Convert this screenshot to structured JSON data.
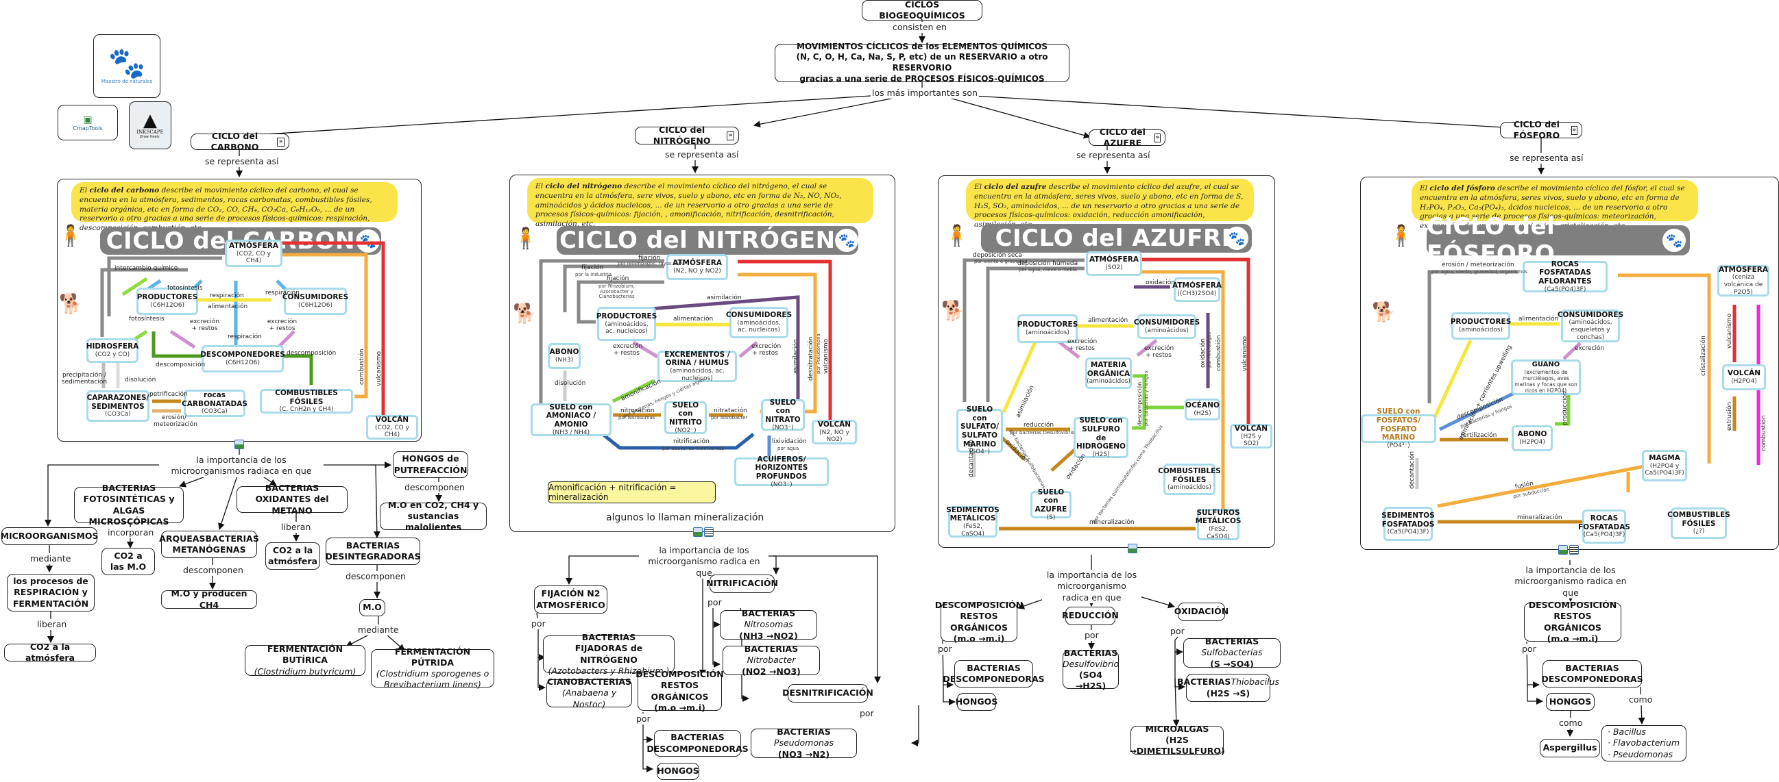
{
  "root": {
    "title": "CICLOS BIOGEOQUÍMICOS",
    "link1": "consisten en",
    "definition_lines": [
      "MOVIMIENTOS CÍCLICOS de los ELEMENTOS QUÍMICOS",
      "(N, C, O, H, Ca, Na, S, P, etc) de un RESERVARIO a otro RESERVORIO",
      "gracias a una serie de PROCESOS FÍSICOS-QUÍMICOS"
    ],
    "link2": "los más importantes son"
  },
  "logos": {
    "maestro": "Maestro de naturales",
    "cmaptools": "CmapTools",
    "inkscape": "INKSCAPE",
    "inkscape_tag": "Draw freely."
  },
  "expand_glyph": "»",
  "se_representa": "se representa así",
  "carbono": {
    "title": "CICLO del CARBONO",
    "bubble": {
      "lead": "El ",
      "bold": "ciclo del carbono",
      "rest": " describe el movimiento cíclico del carbono, el cual se encuentra en la atmósfera, sedimentos, rocas carbonatas, combustibles fósiles, materia orgánica, etc en forma de CO₂, CO, CH₄, CO₃Ca, C₆H₁₂O₆, ... de un reservorio a otro gracias a una serie de procesos físicos-químicos: respiración, descomposición, combustión, etc."
    },
    "banner": "CICLO del CARBONO",
    "boxes": [
      {
        "name": "ATMÓSFERA",
        "formula": "(CO2, CO y CH4)"
      },
      {
        "name": "PRODUCTORES",
        "formula": "(C6H12O6)"
      },
      {
        "name": "CONSUMIDORES",
        "formula": "(C6H12O6)"
      },
      {
        "name": "HIDROSFERA",
        "formula": "(CO2 y CO)"
      },
      {
        "name": "DESCOMPONEDORES",
        "formula": "(C6H12O6)"
      },
      {
        "name": "CAPARAZONES/ SEDIMENTOS",
        "formula": "(CO3Ca)"
      },
      {
        "name": "rocas CARBONATADAS",
        "formula": "(CO3Ca)"
      },
      {
        "name": "COMBUSTIBLES FÓSILES",
        "formula": "(C, CnH2n y CH4)"
      },
      {
        "name": "VOLCÁN",
        "formula": "(CO2, CO y CH4)"
      }
    ],
    "arrows": [
      "intercambio químico",
      "fotosíntesis",
      "respiración",
      "respiración",
      "alimentación",
      "fotosíntesis",
      "excreción + restos",
      "respiración",
      "excreción + restos",
      "descomposición",
      "descomposición",
      "precipitación / sedimentación",
      "disolución",
      "petrificación",
      "erosión/ meteorización",
      "combustión",
      "vulcanismo"
    ],
    "micro": {
      "link": "la importancia de los microorganismos radiaca en que",
      "nodes": {
        "microorganismos": "MICROORGANISMOS",
        "procesos": "los procesos de RESPIRACIÓN y FERMENTACIÓN",
        "co2_atm": "CO2 a la atmósfera",
        "fotosinteticas": "BACTERIAS FOTOSINTÉTICAS y ALGAS MICROSCÓPICAS",
        "co2_mo": "CO2 a las M.O",
        "arqueas": "ARQUEASBACTERIAS METANÓGENAS",
        "mo_ch4": "M.O y producen CH4",
        "oxidantes": "BACTERIAS OXIDANTES del METANO",
        "co2_atm2": "CO2 a la atmósfera",
        "hongos": "HONGOS de PUTREFACCIÓN",
        "mo_co2": "M.O en CO2, CH4 y sustancias malolientes",
        "desintegradoras": "BACTERIAS DESINTEGRADORAS",
        "mo": "M.O",
        "butirica": "FERMENTACIÓN BUTÍRICA",
        "butirica_sp": "(Clostridium butyricum)",
        "putrida": "FERMENTACIÓN PÚTRIDA",
        "putrida_sp": "(Clostridium sporogenes o Brevibacterium linens)"
      },
      "links": {
        "mediante": "mediante",
        "liberan": "liberan",
        "incorporan": "incorporan",
        "descomponen": "descomponen",
        "liberan2": "liberan",
        "descomponen2": "descomponen",
        "descomponen3": "descomponen",
        "mediante2": "mediante"
      }
    }
  },
  "nitrogeno": {
    "title": "CICLO del NITRÓGENO",
    "bubble": {
      "lead": "El ",
      "bold": "ciclo del nitrógeno",
      "rest": " describe el movimiento cíclico del nitrógeno, el cual se encuentra en la atmósfera, sere vivos, suelo y abono, etc en forma de N₂, NO, NO₂, aminoácidos y ácidos nucleicos, ... de un reservorio a otro gracias a una serie de procesos físicos-químicos: fijación, , amonificación, nitrificación, desnitrificación, asimilación, etc."
    },
    "banner": "CICLO del NITRÓGENO",
    "boxes": [
      {
        "name": "ATMÓSFERA",
        "formula": "(N2, NO y NO2)"
      },
      {
        "name": "PRODUCTORES",
        "formula": "(aminoácidos, ac. nucleicos)"
      },
      {
        "name": "CONSUMIDORES",
        "formula": "(aminoácidos, ac. nucleicos)"
      },
      {
        "name": "ABONO",
        "formula": "(NH3)"
      },
      {
        "name": "EXCREMENTOS / ORINA / HUMUS",
        "formula": "(aminoácidos, ac. nucleicos)"
      },
      {
        "name": "SUELO con AMONIACO / AMONIO",
        "formula": "(NH3 / NH4)"
      },
      {
        "name": "SUELO con NITRITO",
        "formula": "(NO2⁻)"
      },
      {
        "name": "SUELO con NITRATO",
        "formula": "(NO3⁻)"
      },
      {
        "name": "VOLCÁN",
        "formula": "(N2, NO y NO2)"
      },
      {
        "name": "ACUÍFEROS/ HORIZONTES PROFUNDOS",
        "formula": "(NO3⁻)"
      }
    ],
    "arrows": [
      "fijación",
      "por relámpagos, rayos UVA",
      "fijación",
      "por la industria",
      "fijación",
      "por Rhizobium, Azotobacter y Cianobacterias",
      "asimilación",
      "alimentación",
      "excreción + restos",
      "excreción + restos",
      "disolución",
      "amonificación",
      "por bacterias, hongos y ciertas algas",
      "nitrosación",
      "por Nitrosomas",
      "nitratación",
      "por Nitrobacter",
      "nitrificación",
      "por bacterias nitrificantes",
      "lixividación",
      "por agua",
      "asimilación",
      "desnitratación",
      "por Pseudomona",
      "vulcanismo"
    ],
    "note": "Amonificación + nitrificación = mineralización",
    "hand": "algunos lo llaman mineralización",
    "micro": {
      "link": "la importancia de los microorganismo radica en que",
      "nodes": {
        "fijacion": "FIJACIÓN N2 ATMOSFÉRICO",
        "fijadoras": "BACTERIAS FIJADORAS de NITRÓGENO",
        "fijadoras_sp": "(Azotobacters y Rhizobium )",
        "ciano": "CIANOBACTERIAS",
        "ciano_sp": "(Anabaena y Nostoc)",
        "descomp": "DESCOMPOSICIÓN RESTOS ORGÁNICOS",
        "descomp_eq": "(m.o →m.i)",
        "bact_desc": "BACTERIAS DESCOMPONEDORAS",
        "hongos": "HONGOS",
        "nitrificacion": "NITRIFICACIÓN",
        "nitrosomas": "BACTERIAS",
        "nitrosomas_sp": "Nitrosomas",
        "nitrosomas_eq": "(NH3 →NO2)",
        "nitrobacter": "BACTERIAS",
        "nitrobacter_sp": "Nitrobacter",
        "nitrobacter_eq": "(NO2 →NO3)",
        "desnitrificacion": "DESNITRIFICACIÓN",
        "pseudomonas": "BACTERIAS",
        "pseudomonas_sp": "Pseudomonas",
        "pseudomonas_eq": "(NO3 →N2)"
      },
      "links": {
        "por": "por"
      }
    }
  },
  "azufre": {
    "title": "CICLO del AZUFRE",
    "bubble": {
      "lead": "El ",
      "bold": "ciclo del azufre",
      "rest": " describe el movimiento cíclico del azufre, el cual se encuentra en la atmósfera, seres vivos, suelo y abono, etc en forma de S, H₂S, SO₂, aminoácidos, ... de un reservorio a otro gracias a una serie de procesos físicos-químicos: oxidación, reducción amonificación, asimilación, etc."
    },
    "banner": "CICLO del AZUFRE",
    "boxes": [
      {
        "name": "ATMÓSFERA",
        "formula": "(SO2)"
      },
      {
        "name": "ATMÓSFERA",
        "formula": "((CH3)2SO4)"
      },
      {
        "name": "PRODUCTORES",
        "formula": "(aminoácidos)"
      },
      {
        "name": "CONSUMIDORES",
        "formula": "(aminoácidos)"
      },
      {
        "name": "MATERIA ORGÁNICA",
        "formula": "(aminoácidos)"
      },
      {
        "name": "OCÉANO",
        "formula": "(H2S)"
      },
      {
        "name": "SUELO con SULFATO/ SULFATO MARINO",
        "formula": "(SO4⁻)"
      },
      {
        "name": "SUELO con SULFURO de HIDRÓGENO",
        "formula": "(H2S)"
      },
      {
        "name": "VOLCÁN",
        "formula": "(H2S y SO2)"
      },
      {
        "name": "COMBUSTIBLES FÓSILES",
        "formula": "(aminoácidos)"
      },
      {
        "name": "SUELO con AZUFRE",
        "formula": "(S)"
      },
      {
        "name": "SEDIMENTOS METÁLICOS",
        "formula": "(FeS2, CaSO4)"
      },
      {
        "name": "SULFUROS METÁLICOS",
        "formula": "(FeS2, CaSO4)"
      }
    ],
    "arrows": [
      "deposición seca",
      "por viento o gravedad",
      "deposición húmeda",
      "por agua, nieve o niebla",
      "oxidación",
      "alimentación",
      "excreción + restos",
      "excreción + restos",
      "asimilación",
      "descomposición",
      "por bacterias y hongos",
      "oxidación",
      "por microalgas",
      "combustión",
      "vulcanismo",
      "reducción",
      "por bacterias Desulfovibrio",
      "oxidación",
      "por bacterias Sulfobacterias",
      "oxidación",
      "por bacterias quimioautótrofas como Thiobacillus",
      "decantación",
      "mineralización"
    ],
    "micro": {
      "link": "la importancia de los microorganismo radica en que",
      "nodes": {
        "descomp": "DESCOMPOSICIÓN RESTOS ORGÁNICOS",
        "descomp_eq": "(m.o →m.i)",
        "bact_desc": "BACTERIAS DESCOMPONEDORAS",
        "hongos": "HONGOS",
        "reduccion": "REDUCCIÓN",
        "desulfo": "BACTERIAS",
        "desulfo_sp": "Desulfovibrio",
        "desulfo_eq": "(SO4 →H2S)",
        "oxidacion": "OXIDACIÓN",
        "sulfo": "BACTERIAS",
        "sulfo_sp": "Sulfobacterias",
        "sulfo_eq": "(S →SO4)",
        "thio": "BACTERIAS",
        "thio_sp": "Thiobacilus",
        "thio_eq": "(H2S →S)",
        "microalgas": "MICROALGAS",
        "microalgas_eq": "(H2S →DIMETILSULFURO)"
      },
      "links": {
        "por": "por"
      }
    }
  },
  "fosforo": {
    "title": "CICLO del FÓSFORO",
    "bubble": {
      "lead": "El ",
      "bold": "ciclo del fósforo",
      "rest": " describe el movimiento cíclico del fósfor, el cual se encuentra en la atmósfera, seres vivos, suelo y abono, etc en forma de H₂PO₄, P₂O₅, Ca₅(PO₄)₃, ácidos nucleicos, ... de un reservorio a otro gracias a una serie de procesos físicos-químicos: meteorización, excrección, decantación, asimilación, cristalización, etc."
    },
    "banner": "CICLO del FÓSFORO",
    "boxes": [
      {
        "name": "ROCAS FOSFATADAS AFLORANTES",
        "formula": "(Ca5(PO4)3F)"
      },
      {
        "name": "ATMÓSFERA",
        "formula": "(ceniza volcánica de P2O5)"
      },
      {
        "name": "PRODUCTORES",
        "formula": "(aminoácidos)"
      },
      {
        "name": "CONSUMIDORES",
        "formula": "(aminoácidos, esqueletos y conchas)"
      },
      {
        "name": "GUANO",
        "formula": "(excrementos de murciélagos, aves marinas y focas que son ricos en H2PO4)"
      },
      {
        "name": "VOLCÁN",
        "formula": "(H2PO4)"
      },
      {
        "name": "SUELO con FOSFATOS/ FOSFATO MARINO",
        "formula": "(PO4³⁻)"
      },
      {
        "name": "ABONO",
        "formula": "(H2PO4)"
      },
      {
        "name": "MAGMA",
        "formula": "(H2PO4 y Ca5(PO4)3F)"
      },
      {
        "name": "SEDIMENTOS FOSFATADOS",
        "formula": "(Ca5(PO4)3F)"
      },
      {
        "name": "ROCAS FOSFATADAS",
        "formula": "(Ca5(PO4)3F)"
      },
      {
        "name": "COMBUSTIBLES FÓSILES",
        "formula": "(¿?)"
      }
    ],
    "arrows": [
      "erosión / meteorización",
      "por agua, viento, gravedad, organismos",
      "alimentación",
      "excreción",
      "asimilación + corrientes upwelling",
      "descomposición",
      "por bacterias y hongos",
      "producción",
      "fertilización",
      "cristalización",
      "vulcanismo",
      "extrusión",
      "combustión",
      "decantación",
      "fusión",
      "por subducción",
      "mineralización"
    ],
    "micro": {
      "link": "la importancia de los microorganismo radica en que",
      "nodes": {
        "descomp": "DESCOMPOSICIÓN RESTOS ORGÁNICOS",
        "descomp_eq": "(m.o →m.i)",
        "bact_desc": "BACTERIAS DESCOMPONEDORAS",
        "hongos": "HONGOS",
        "aspergillus": "Aspergillus",
        "species": [
          "Bacillus",
          "Flavobacterium",
          "Pseudomonas"
        ]
      },
      "links": {
        "por": "por",
        "como": "como"
      }
    }
  }
}
